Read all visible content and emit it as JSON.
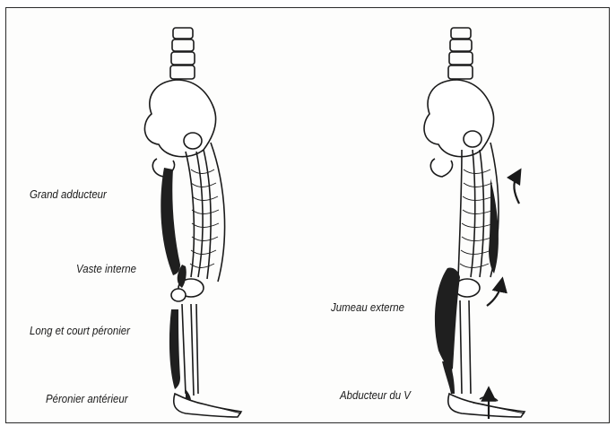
{
  "figure": {
    "left_labels": {
      "grand_adducteur": "Grand adducteur",
      "vaste_interne": "Vaste interne",
      "long_court_peronier": "Long et court péronier",
      "peronier_anterieur": "Péronier antérieur"
    },
    "right_labels": {
      "jumeau_externe": "Jumeau externe",
      "abducteur_v": "Abducteur du V"
    }
  },
  "colors": {
    "ink": "#1a1a1a",
    "muscle": "#1f1f1f",
    "paper": "#fdfdfc"
  }
}
